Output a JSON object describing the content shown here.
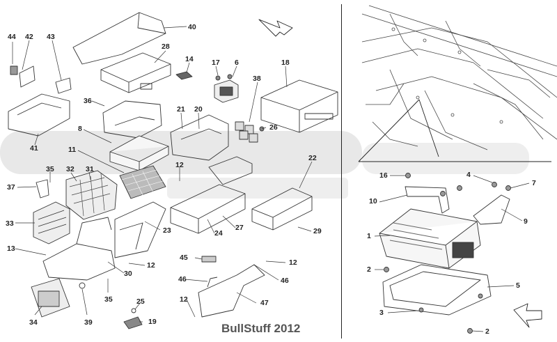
{
  "callouts": [
    {
      "id": "44",
      "text": "44"
    },
    {
      "id": "42",
      "text": "42"
    },
    {
      "id": "43",
      "text": "43"
    },
    {
      "id": "40",
      "text": "40"
    },
    {
      "id": "28",
      "text": "28"
    },
    {
      "id": "14",
      "text": "14"
    },
    {
      "id": "17",
      "text": "17"
    },
    {
      "id": "6",
      "text": "6"
    },
    {
      "id": "18",
      "text": "18"
    },
    {
      "id": "36",
      "text": "36"
    },
    {
      "id": "38",
      "text": "38"
    },
    {
      "id": "21",
      "text": "21"
    },
    {
      "id": "20",
      "text": "20"
    },
    {
      "id": "26",
      "text": "26"
    },
    {
      "id": "8",
      "text": "8"
    },
    {
      "id": "41",
      "text": "41"
    },
    {
      "id": "11",
      "text": "11"
    },
    {
      "id": "22",
      "text": "22"
    },
    {
      "id": "35a",
      "text": "35"
    },
    {
      "id": "32",
      "text": "32"
    },
    {
      "id": "31",
      "text": "31"
    },
    {
      "id": "12a",
      "text": "12"
    },
    {
      "id": "37",
      "text": "37"
    },
    {
      "id": "33",
      "text": "33"
    },
    {
      "id": "23",
      "text": "23"
    },
    {
      "id": "24",
      "text": "24"
    },
    {
      "id": "27",
      "text": "27"
    },
    {
      "id": "29",
      "text": "29"
    },
    {
      "id": "13",
      "text": "13"
    },
    {
      "id": "12b",
      "text": "12"
    },
    {
      "id": "45",
      "text": "45"
    },
    {
      "id": "12c",
      "text": "12"
    },
    {
      "id": "30",
      "text": "30"
    },
    {
      "id": "46a",
      "text": "46"
    },
    {
      "id": "46b",
      "text": "46"
    },
    {
      "id": "35b",
      "text": "35"
    },
    {
      "id": "34",
      "text": "34"
    },
    {
      "id": "39",
      "text": "39"
    },
    {
      "id": "25",
      "text": "25"
    },
    {
      "id": "12d",
      "text": "12"
    },
    {
      "id": "47",
      "text": "47"
    },
    {
      "id": "19",
      "text": "19"
    },
    {
      "id": "16",
      "text": "16"
    },
    {
      "id": "4",
      "text": "4"
    },
    {
      "id": "7",
      "text": "7"
    },
    {
      "id": "10",
      "text": "10"
    },
    {
      "id": "9",
      "text": "9"
    },
    {
      "id": "1",
      "text": "1"
    },
    {
      "id": "2a",
      "text": "2"
    },
    {
      "id": "5",
      "text": "5"
    },
    {
      "id": "3",
      "text": "3"
    },
    {
      "id": "2b",
      "text": "2"
    }
  ],
  "watermark": "BullStuff 2012"
}
